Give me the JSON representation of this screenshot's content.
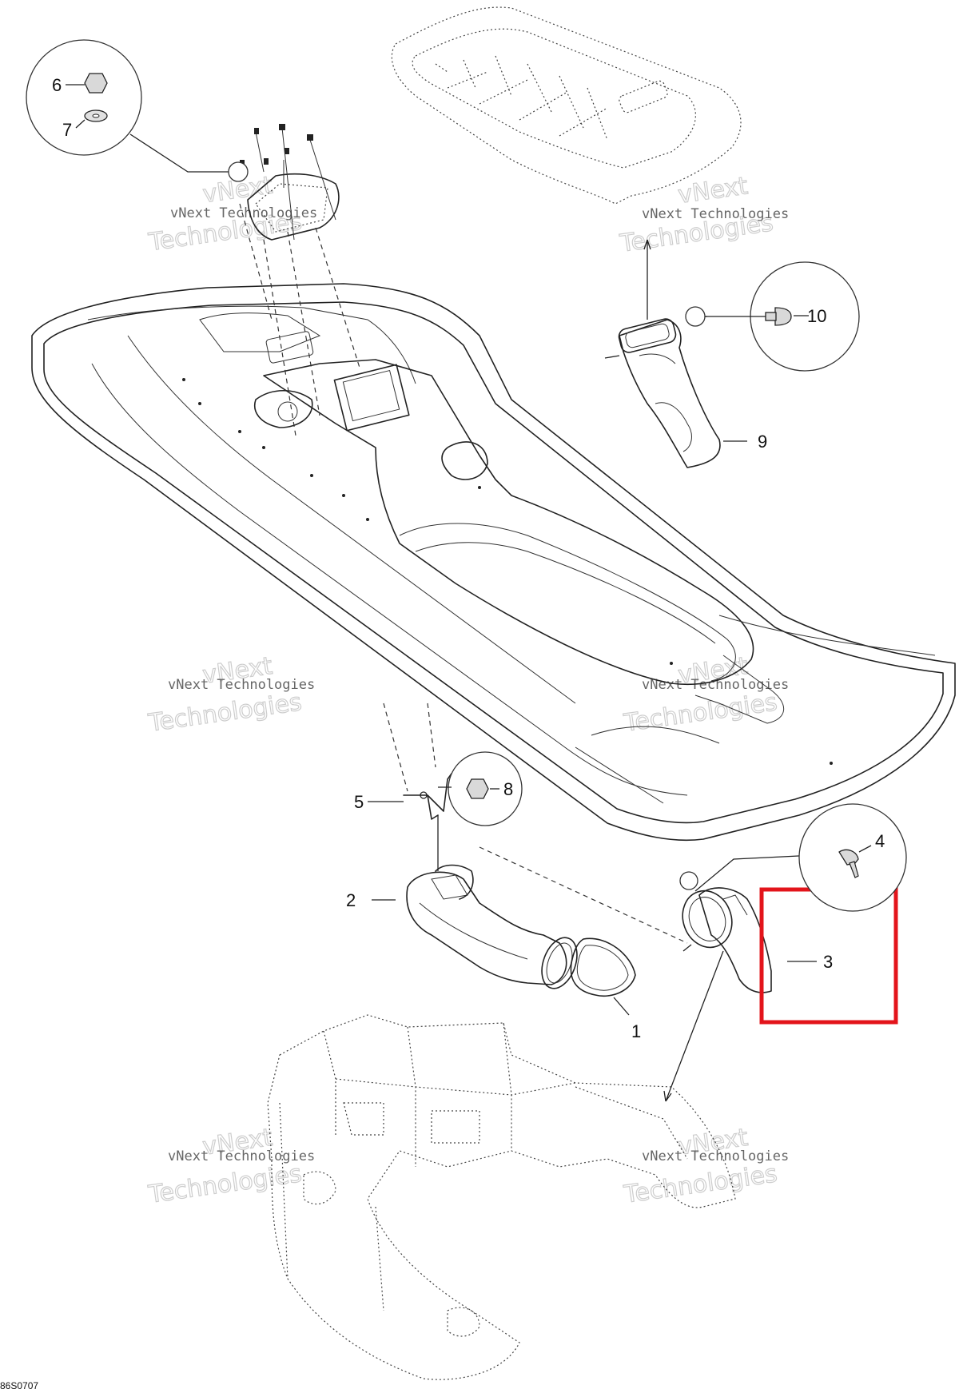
{
  "drawing_code": "86S0707",
  "watermark": {
    "line1": "vNext Technologies",
    "line2": "Technologies",
    "line3": "vNext"
  },
  "callouts": [
    {
      "id": "6",
      "label": "6"
    },
    {
      "id": "7",
      "label": "7"
    },
    {
      "id": "10",
      "label": "10"
    },
    {
      "id": "9",
      "label": "9"
    },
    {
      "id": "5",
      "label": "5"
    },
    {
      "id": "8",
      "label": "8"
    },
    {
      "id": "4",
      "label": "4"
    },
    {
      "id": "2",
      "label": "2"
    },
    {
      "id": "3",
      "label": "3"
    },
    {
      "id": "1",
      "label": "1"
    }
  ],
  "highlight": {
    "part": "3",
    "color": "#e3141b"
  }
}
